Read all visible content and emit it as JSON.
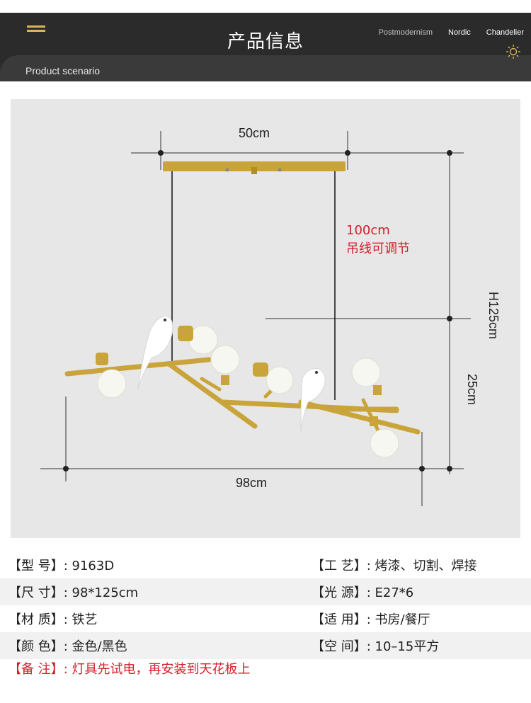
{
  "header": {
    "title": "产品信息",
    "nav": [
      "Postmodernism",
      "Nordic",
      "Chandelier"
    ],
    "subtitle": "Product scenario"
  },
  "dimensions": {
    "width_top": "50cm",
    "cord_length": "100cm",
    "cord_note": "吊线可调节",
    "height_total": "H125cm",
    "height_body": "25cm",
    "width_body": "98cm"
  },
  "specs": [
    {
      "left": "【型  号】: 9163D",
      "right": "【工  艺】: 烤漆、切割、焊接"
    },
    {
      "left": "【尺  寸】: 98*125cm",
      "right": "【光  源】: E27*6"
    },
    {
      "left": "【材  质】: 铁艺",
      "right": "【适  用】: 书房/餐厅"
    },
    {
      "left": "【颜  色】: 金色/黑色",
      "right": "【空  间】: 10–15平方"
    }
  ],
  "note": "【备  注】: 灯具先试电，再安装到天花板上",
  "colors": {
    "gold": "#c9a43a",
    "accent_red": "#d0202a",
    "header_bg": "#2b2b2b"
  }
}
